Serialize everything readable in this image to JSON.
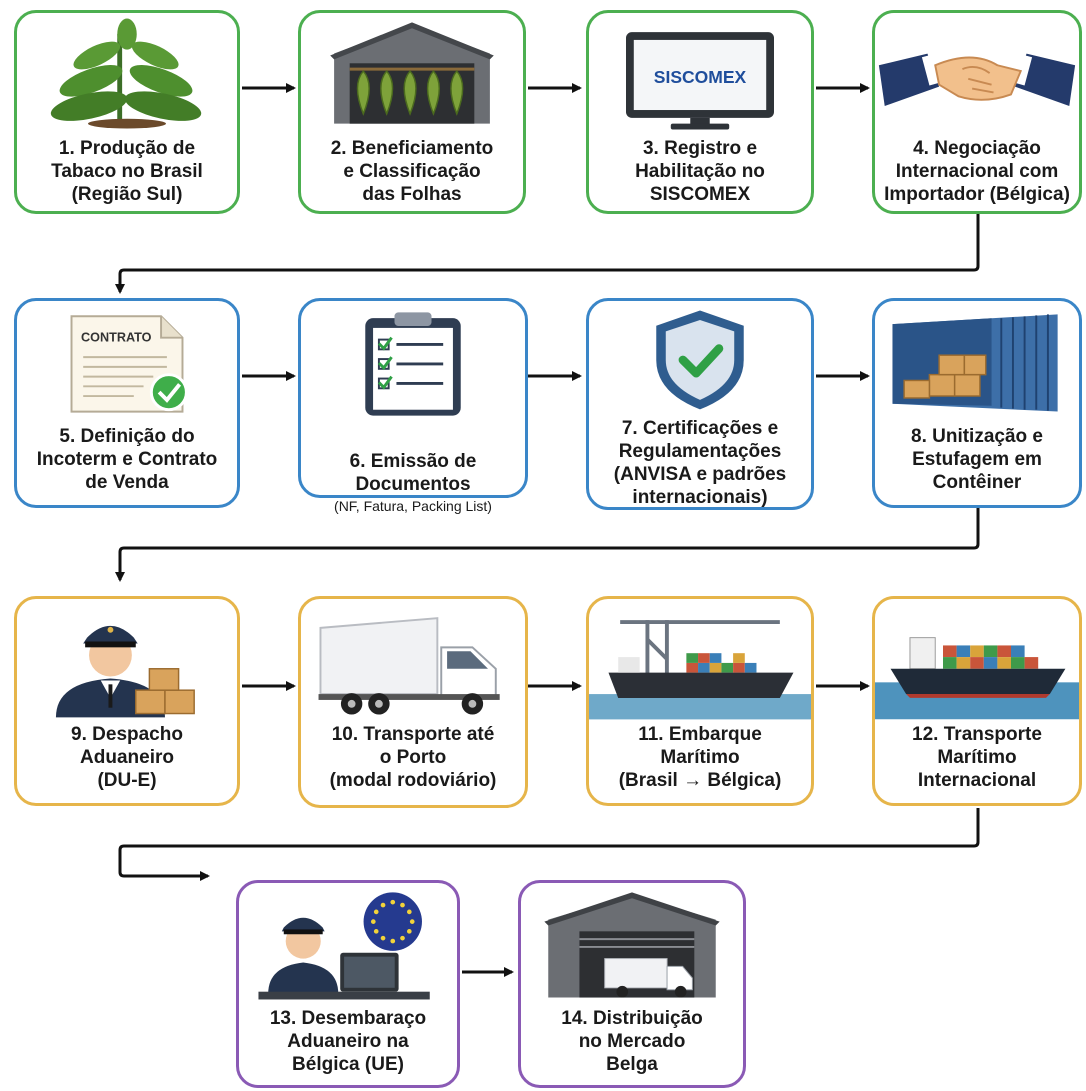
{
  "steps": [
    {
      "label": "1. Produção de\nTabaco no Brasil\n(Região Sul)",
      "icon": "tobacco-plant-icon"
    },
    {
      "label": "2. Beneficiamento\ne Classificação\ndas Folhas",
      "icon": "drying-barn-icon"
    },
    {
      "label": "3. Registro e\nHabilitação no\nSISCOMEX",
      "icon": "computer-monitor-icon",
      "screen_text": "SISCOMEX"
    },
    {
      "label": "4. Negociação\nInternacional com\nImportador (Bélgica)",
      "icon": "handshake-icon"
    },
    {
      "label": "5. Definição do\nIncoterm e Contrato\nde Venda",
      "icon": "contract-document-icon",
      "doc_text": "CONTRATO"
    },
    {
      "label": "6. Emissão de\nDocumentos",
      "sublabel": "(NF, Fatura, Packing List)",
      "icon": "clipboard-checklist-icon"
    },
    {
      "label": "7. Certificações e\nRegulamentações\n(ANVISA e padrões\ninternacionais)",
      "icon": "shield-check-icon"
    },
    {
      "label": "8. Unitização e\nEstufagem em\nContêiner",
      "icon": "shipping-container-icon"
    },
    {
      "label": "9. Despacho\nAduaneiro\n(DU-E)",
      "icon": "customs-officer-icon"
    },
    {
      "label": "10. Transporte até\no Porto\n(modal rodoviário)",
      "icon": "truck-icon"
    },
    {
      "label": "11. Embarque\nMarítimo\n(Brasil → Bélgica)",
      "icon": "port-crane-ship-icon"
    },
    {
      "label": "12. Transporte\nMarítimo\nInternacional",
      "icon": "cargo-ship-icon"
    },
    {
      "label": "13. Desembaraço\nAduaneiro na\nBélgica (UE)",
      "icon": "eu-customs-officer-icon"
    },
    {
      "label": "14. Distribuição\nno Mercado\nBelga",
      "icon": "warehouse-truck-icon"
    }
  ],
  "colors": {
    "row1": "#4caf50",
    "row2": "#3a86c8",
    "row3": "#e6b54a",
    "row4": "#8a5ab5",
    "arrow": "#111111"
  }
}
